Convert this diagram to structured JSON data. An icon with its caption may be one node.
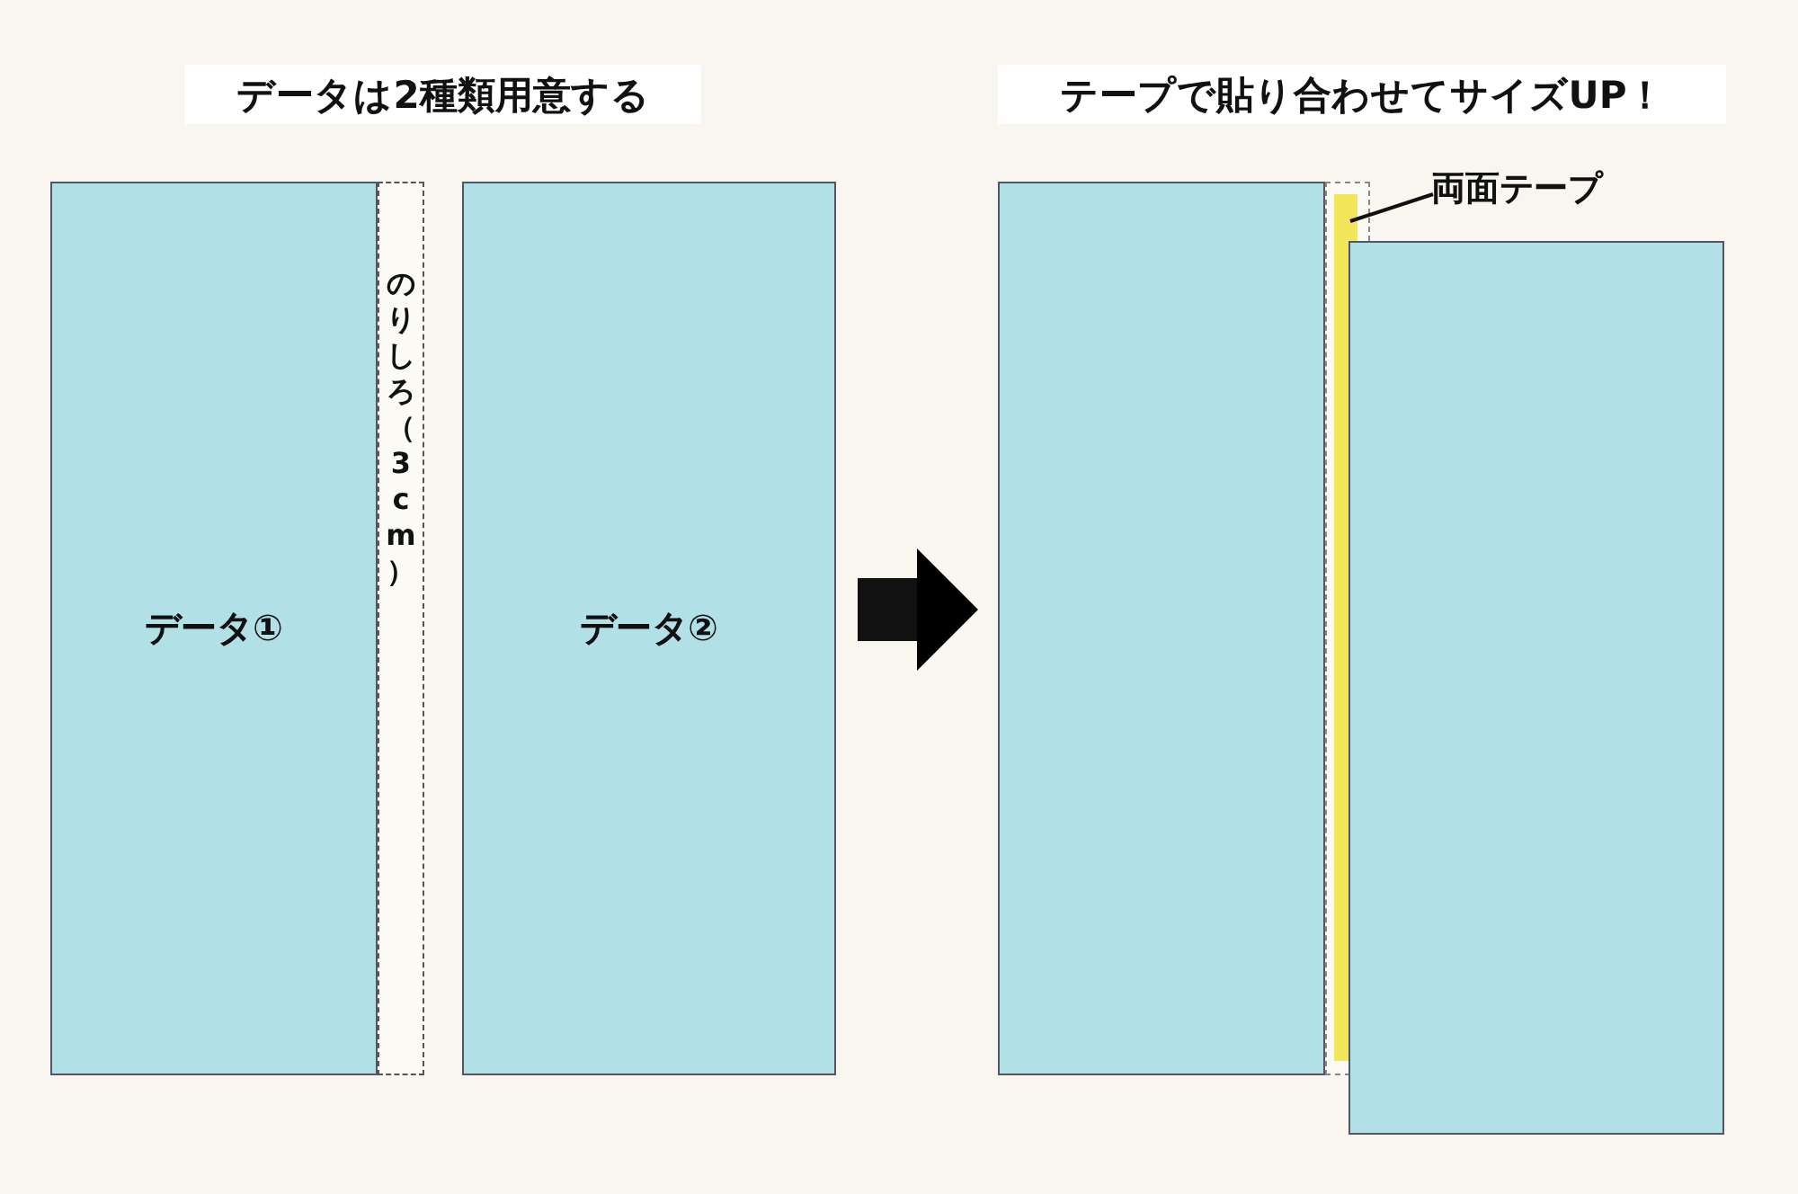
{
  "diagram": {
    "nodes": [
      {
        "text": [
          "データ①"
        ]
      },
      {
        "text": [
          "のりしろ（3cm）"
        ]
      },
      {
        "text": [
          "データ②"
        ]
      },
      {
        "text": [],
        "shape": "box"
      },
      {
        "text": [],
        "shape": "bar"
      },
      {
        "text": [],
        "shape": "box"
      },
      {
        "text": [
          "両面テープ"
        ]
      }
    ],
    "edges": [
      {
        "from": 2,
        "to": 3,
        "arrow": "to",
        "style": "thick"
      },
      {
        "from": 6,
        "to": 4,
        "arrow": "none"
      }
    ],
    "labels": [
      "データは2種類用意する",
      "テープで貼り合わせてサイズUP！"
    ]
  }
}
